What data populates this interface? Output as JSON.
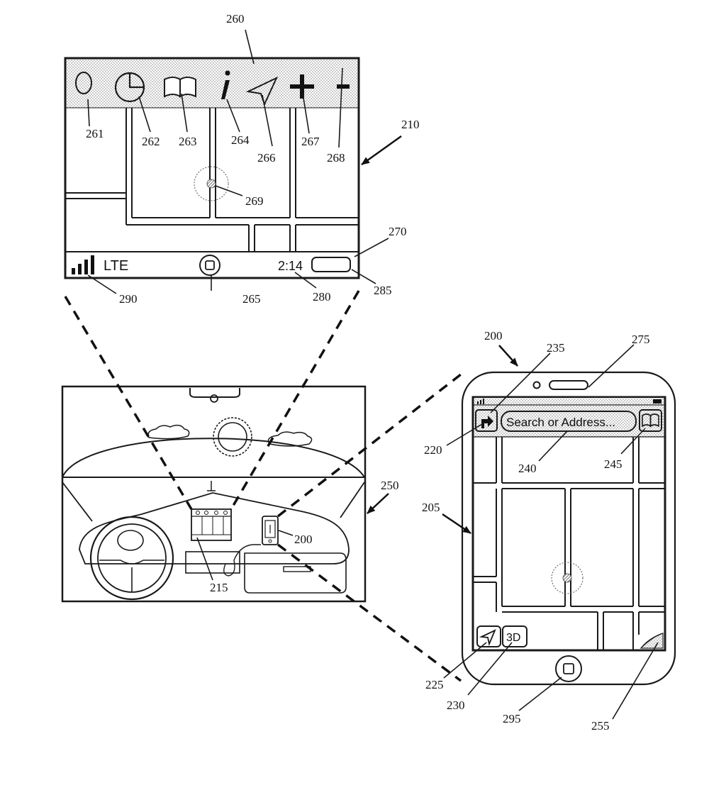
{
  "car_display": {
    "status_bar": {
      "network": "LTE",
      "time": "2:14"
    },
    "refs": {
      "display": "210",
      "top_bar": "260",
      "search_icon": "261",
      "recents_icon": "262",
      "bookmarks_icon": "263",
      "info_icon": "264",
      "location_icon": "266",
      "zoom_in_icon": "267",
      "zoom_out_icon": "268",
      "current_location": "269",
      "status_area": "270",
      "home_button": "265",
      "time": "280",
      "battery": "285",
      "signal": "290"
    }
  },
  "vehicle": {
    "refs": {
      "vehicle": "250",
      "display_unit": "215",
      "mobile_device": "200"
    }
  },
  "mobile_device": {
    "search": {
      "placeholder": "Search or Address..."
    },
    "buttons": {
      "three_d": "3D"
    },
    "refs": {
      "device": "200",
      "screen": "205",
      "directions_button": "220",
      "status_bar": "235",
      "earpiece": "275",
      "search_field": "240",
      "bookmarks_button": "245",
      "location_button": "225",
      "three_d_button": "230",
      "home_button": "295",
      "page_curl": "255"
    }
  },
  "colors": {
    "line": "#1a1a1a",
    "background": "#ffffff",
    "stipple": "#c8c8c8"
  }
}
